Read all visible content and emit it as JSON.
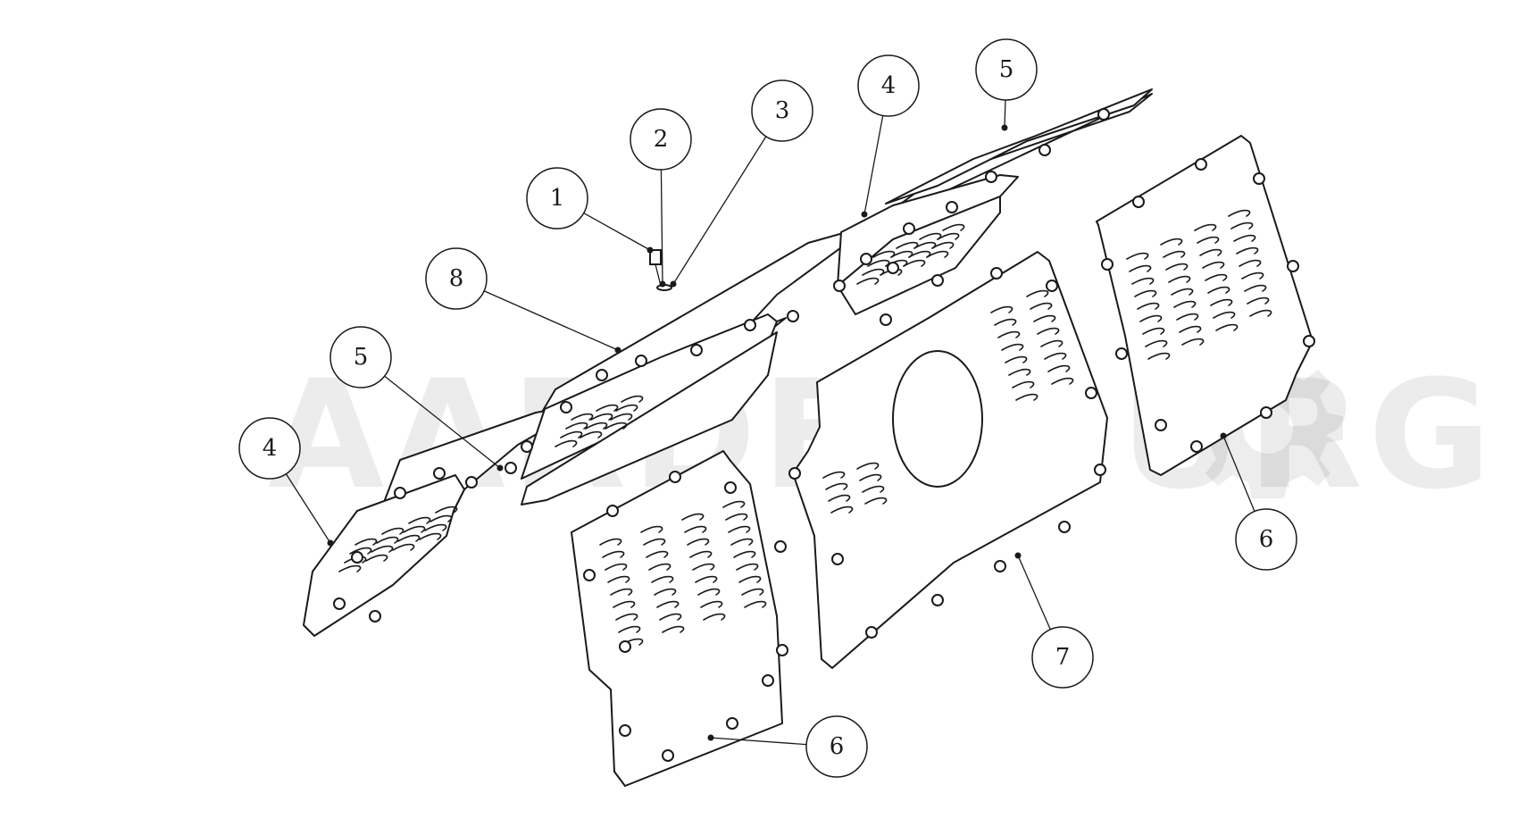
{
  "watermark": {
    "text": "AARDENBURG",
    "icon": "gear-icon"
  },
  "callouts": [
    "1",
    "2",
    "3",
    "4",
    "5",
    "8",
    "5",
    "4",
    "6",
    "7",
    "6"
  ],
  "colors": {
    "line": "#1a1a1a",
    "background": "#ffffff"
  }
}
